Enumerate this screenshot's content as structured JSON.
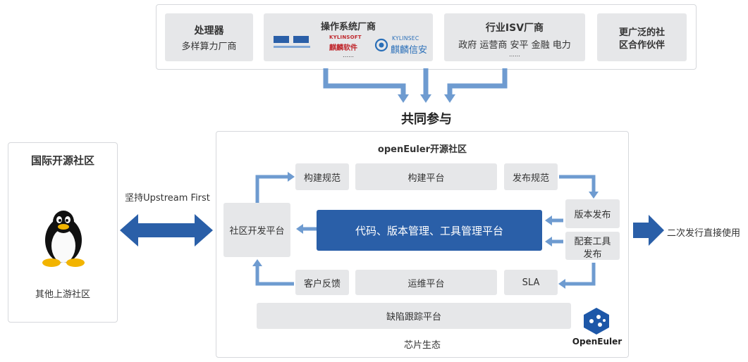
{
  "top": {
    "processor": {
      "title": "处理器",
      "subtitle": "多样算力厂商"
    },
    "os": {
      "title": "操作系统厂商",
      "logo_kylinsoft_en": "KYLINSOFT",
      "logo_kylinsoft_cn": "麒麟软件",
      "logo_kylinsec_en": "KYLINSEC",
      "logo_kylinsec_cn": "麒麟信安",
      "ellipsis": "……"
    },
    "isv": {
      "title": "行业ISV厂商",
      "subtitle": "政府 运营商 安平 金融 电力",
      "ellipsis": "……"
    },
    "broader": {
      "line1": "更广泛的社",
      "line2": "区合作伙伴"
    }
  },
  "joint_label": "共同参与",
  "left": {
    "title": "国际开源社区",
    "caption": "其他上游社区"
  },
  "upstream_label": "坚持Upstream First",
  "center": {
    "title": "openEuler开源社区",
    "build_spec": "构建规范",
    "build_platform": "构建平台",
    "release_spec": "发布规范",
    "community_dev": "社区开发平台",
    "main_platform": "代码、版本管理、工具管理平台",
    "version_release": "版本发布",
    "tool_release_l1": "配套工具",
    "tool_release_l2": "发布",
    "customer_feedback": "客户反馈",
    "ops_platform": "运维平台",
    "sla": "SLA",
    "defect_tracking": "缺陷跟踪平台",
    "chip_ecology": "芯片生态",
    "logo_text": "OpenEuler"
  },
  "right_label": "二次发行直接使用",
  "colors": {
    "arrow_blue": "#6e9bd0",
    "dark_blue": "#2a5fa8",
    "box_grey": "#e6e7e9"
  }
}
